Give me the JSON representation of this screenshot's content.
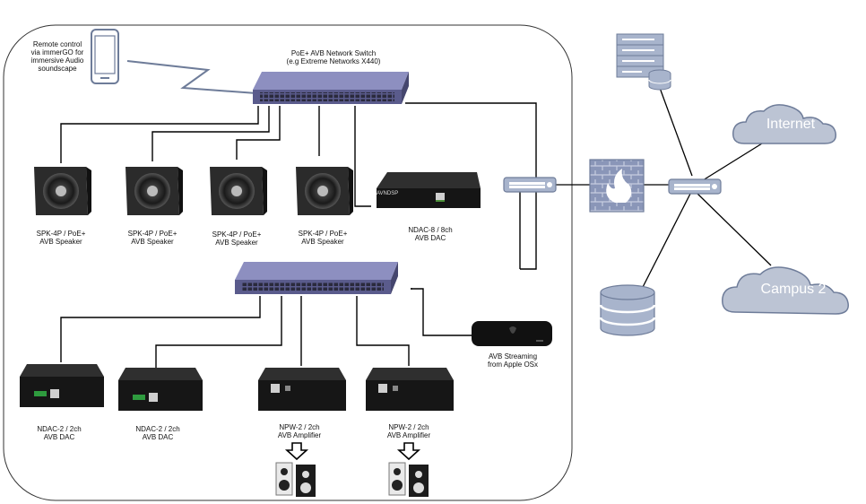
{
  "labels": {
    "phone": [
      "Remote control",
      "via immerGO for",
      "immersive Audio",
      "soundscape"
    ],
    "switch_top": [
      "PoE+ AVB Network Switch",
      "(e.g Extreme Networks X440)"
    ],
    "spk1": [
      "SPK-4P / PoE+",
      "AVB Speaker"
    ],
    "spk2": [
      "SPK-4P / PoE+",
      "AVB Speaker"
    ],
    "spk3": [
      "SPK-4P / PoE+",
      "AVB Speaker"
    ],
    "spk4": [
      "SPK-4P / PoE+",
      "AVB Speaker"
    ],
    "ndac8": [
      "NDAC-8 / 8ch",
      "AVB DAC"
    ],
    "ndac8_brand": "AVNDSP",
    "mac": [
      "AVB Streaming",
      "from Apple OSx"
    ],
    "ndac2a": [
      "NDAC-2 / 2ch",
      "AVB DAC"
    ],
    "ndac2b": [
      "NDAC-2 / 2ch",
      "AVB DAC"
    ],
    "npw2a": [
      "NPW-2 / 2ch",
      "AVB Amplifier"
    ],
    "npw2b": [
      "NPW-2 / 2ch",
      "AVB Amplifier"
    ]
  },
  "clouds": {
    "internet": "Internet",
    "campus": "Campus 2"
  },
  "colors": {
    "switch": "#5a5b8c",
    "switch_light": "#8d8fc0",
    "network_icon": "#a8b4cc",
    "network_stroke": "#6e7c99",
    "firewall": "#8a96b8",
    "cloud": "#bcc4d4",
    "boundary": "#333333"
  }
}
